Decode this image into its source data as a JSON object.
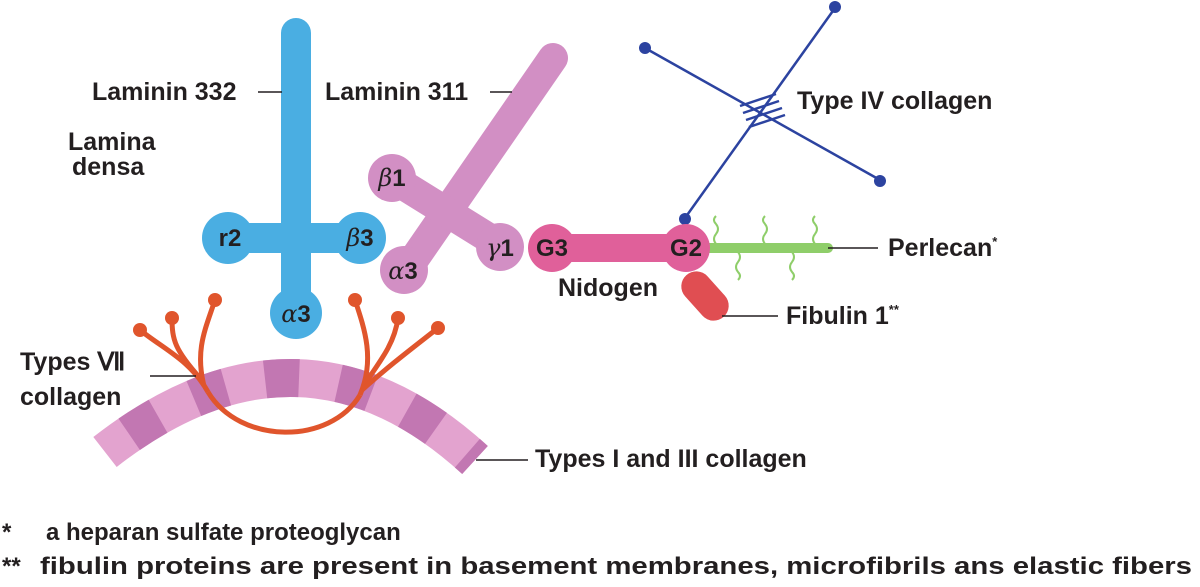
{
  "labels": {
    "laminin332": "Laminin 332",
    "laminin311": "Laminin 311",
    "lamina_line1": "Lamina",
    "lamina_line2": "densa",
    "type4": "Type IV collagen",
    "perlecan": "Perlecan",
    "perlecan_mark": "*",
    "nidogen": "Nidogen",
    "fibulin": "Fibulin 1",
    "fibulin_mark": "**",
    "types7_line1": "Types Ⅶ",
    "types7_line2": "collagen",
    "types13": "Types I and III collagen"
  },
  "nodes": {
    "l332_r2": "r2",
    "l332_b3_greek": "β",
    "l332_b3_num": "3",
    "l332_a3_greek": "α",
    "l332_a3_num": "3",
    "l311_b1_greek": "β",
    "l311_b1_num": "1",
    "l311_a3_greek": "α",
    "l311_a3_num": "3",
    "l311_g1_greek": "γ",
    "l311_g1_num": "1",
    "g3": "G3",
    "g2": "G2"
  },
  "footnotes": {
    "f1_mark": "*",
    "f1_text": "a heparan sulfate proteoglycan",
    "f2_mark": "**",
    "f2_text": "fibulin proteins are present in basement membranes, microfibrils ans elastic fibers"
  },
  "colors": {
    "laminin332": "#4aaee2",
    "laminin311": "#d28fc4",
    "nidogen": "#e0609a",
    "perlecan": "#8fce6a",
    "fibulin": "#e04e52",
    "type4": "#2c43a0",
    "type7": "#e0552c",
    "fibril_light": "#e3a3cf",
    "fibril_dark": "#c277b2"
  }
}
